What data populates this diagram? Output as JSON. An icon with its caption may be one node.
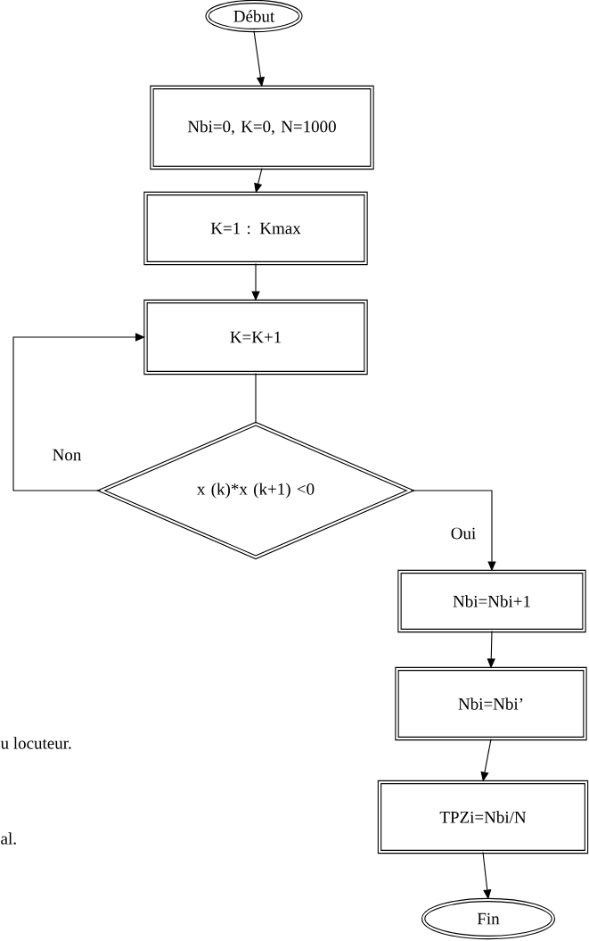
{
  "diagram": {
    "nodes": [
      {
        "text": [
          "Début"
        ]
      },
      {
        "text": [
          "Nbi=0, K=0, N=1000"
        ]
      },
      {
        "text": [
          "K=1 : Kmax"
        ]
      },
      {
        "text": [
          "K=K+1"
        ]
      },
      {
        "text": [
          "x (k)*x (k+1) <0"
        ]
      },
      {
        "text": [
          "Nbi=Nbi+1"
        ]
      },
      {
        "text": [
          "Nbi=Nbi’"
        ]
      },
      {
        "text": [
          "TPZi=Nbi/N"
        ]
      },
      {
        "text": [
          "Fin"
        ]
      }
    ],
    "edges": [
      {
        "from": 0,
        "to": 1,
        "arrow": "to"
      },
      {
        "from": 1,
        "to": 2,
        "arrow": "to"
      },
      {
        "from": 2,
        "to": 3,
        "arrow": "to"
      },
      {
        "from": 3,
        "to": 4,
        "arrow": "none"
      },
      {
        "from": 4,
        "to": 3,
        "arrow": "to",
        "label": "Non"
      },
      {
        "from": 4,
        "to": 5,
        "arrow": "to",
        "label": "Oui"
      },
      {
        "from": 5,
        "to": 6,
        "arrow": "to"
      },
      {
        "from": 6,
        "to": 7,
        "arrow": "to"
      },
      {
        "from": 7,
        "to": 8,
        "arrow": "to"
      }
    ],
    "labels": [
      "u locuteur.",
      "al."
    ]
  }
}
